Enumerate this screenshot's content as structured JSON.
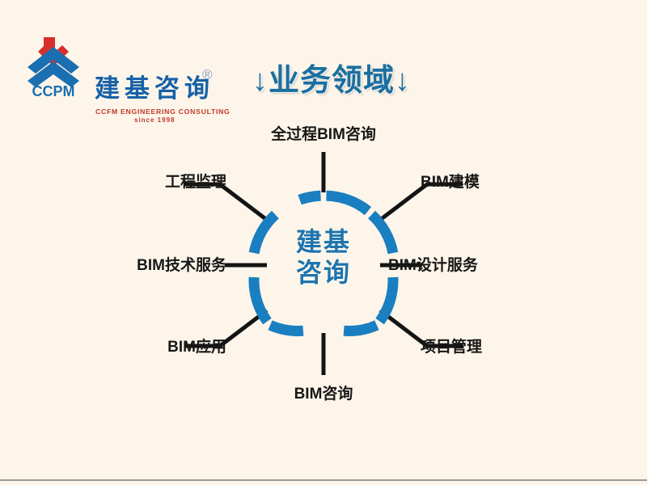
{
  "page": {
    "background_color": "#FDF5E9"
  },
  "brand": {
    "logo_icon": "ccpm-chevron-logo",
    "registered_mark": "®",
    "name_cn": "建基咨询",
    "name_en": "CCFM ENGINEERING CONSULTING",
    "since": "since 1998",
    "logo_wordmark": "CCPM",
    "colors": {
      "blue": "#1761a8",
      "red": "#d72f2c"
    }
  },
  "title": {
    "text": "↓业务领域↓",
    "color": "#1b6fa0"
  },
  "diagram": {
    "type": "radial-hub-and-spoke",
    "center": {
      "line1": "建基",
      "line2": "咨询",
      "color": "#1f74ad"
    },
    "ring": {
      "segment_color": "#1a7fc1",
      "segment_count": 8,
      "style": "dashed-arc"
    },
    "connector_color": "#141414",
    "nodes": [
      {
        "label": "全过程BIM咨询",
        "position": "top",
        "align": "c"
      },
      {
        "label": "BIM建模",
        "position": "top-right",
        "align": "r"
      },
      {
        "label": "BIM设计服务",
        "position": "right",
        "align": "r"
      },
      {
        "label": "项目管理",
        "position": "bottom-right",
        "align": "r"
      },
      {
        "label": "BIM咨询",
        "position": "bottom",
        "align": "c"
      },
      {
        "label": "BIM应用",
        "position": "bottom-left",
        "align": "l"
      },
      {
        "label": "BIM技术服务",
        "position": "left",
        "align": "l"
      },
      {
        "label": "工程监理",
        "position": "top-left",
        "align": "l"
      }
    ]
  }
}
